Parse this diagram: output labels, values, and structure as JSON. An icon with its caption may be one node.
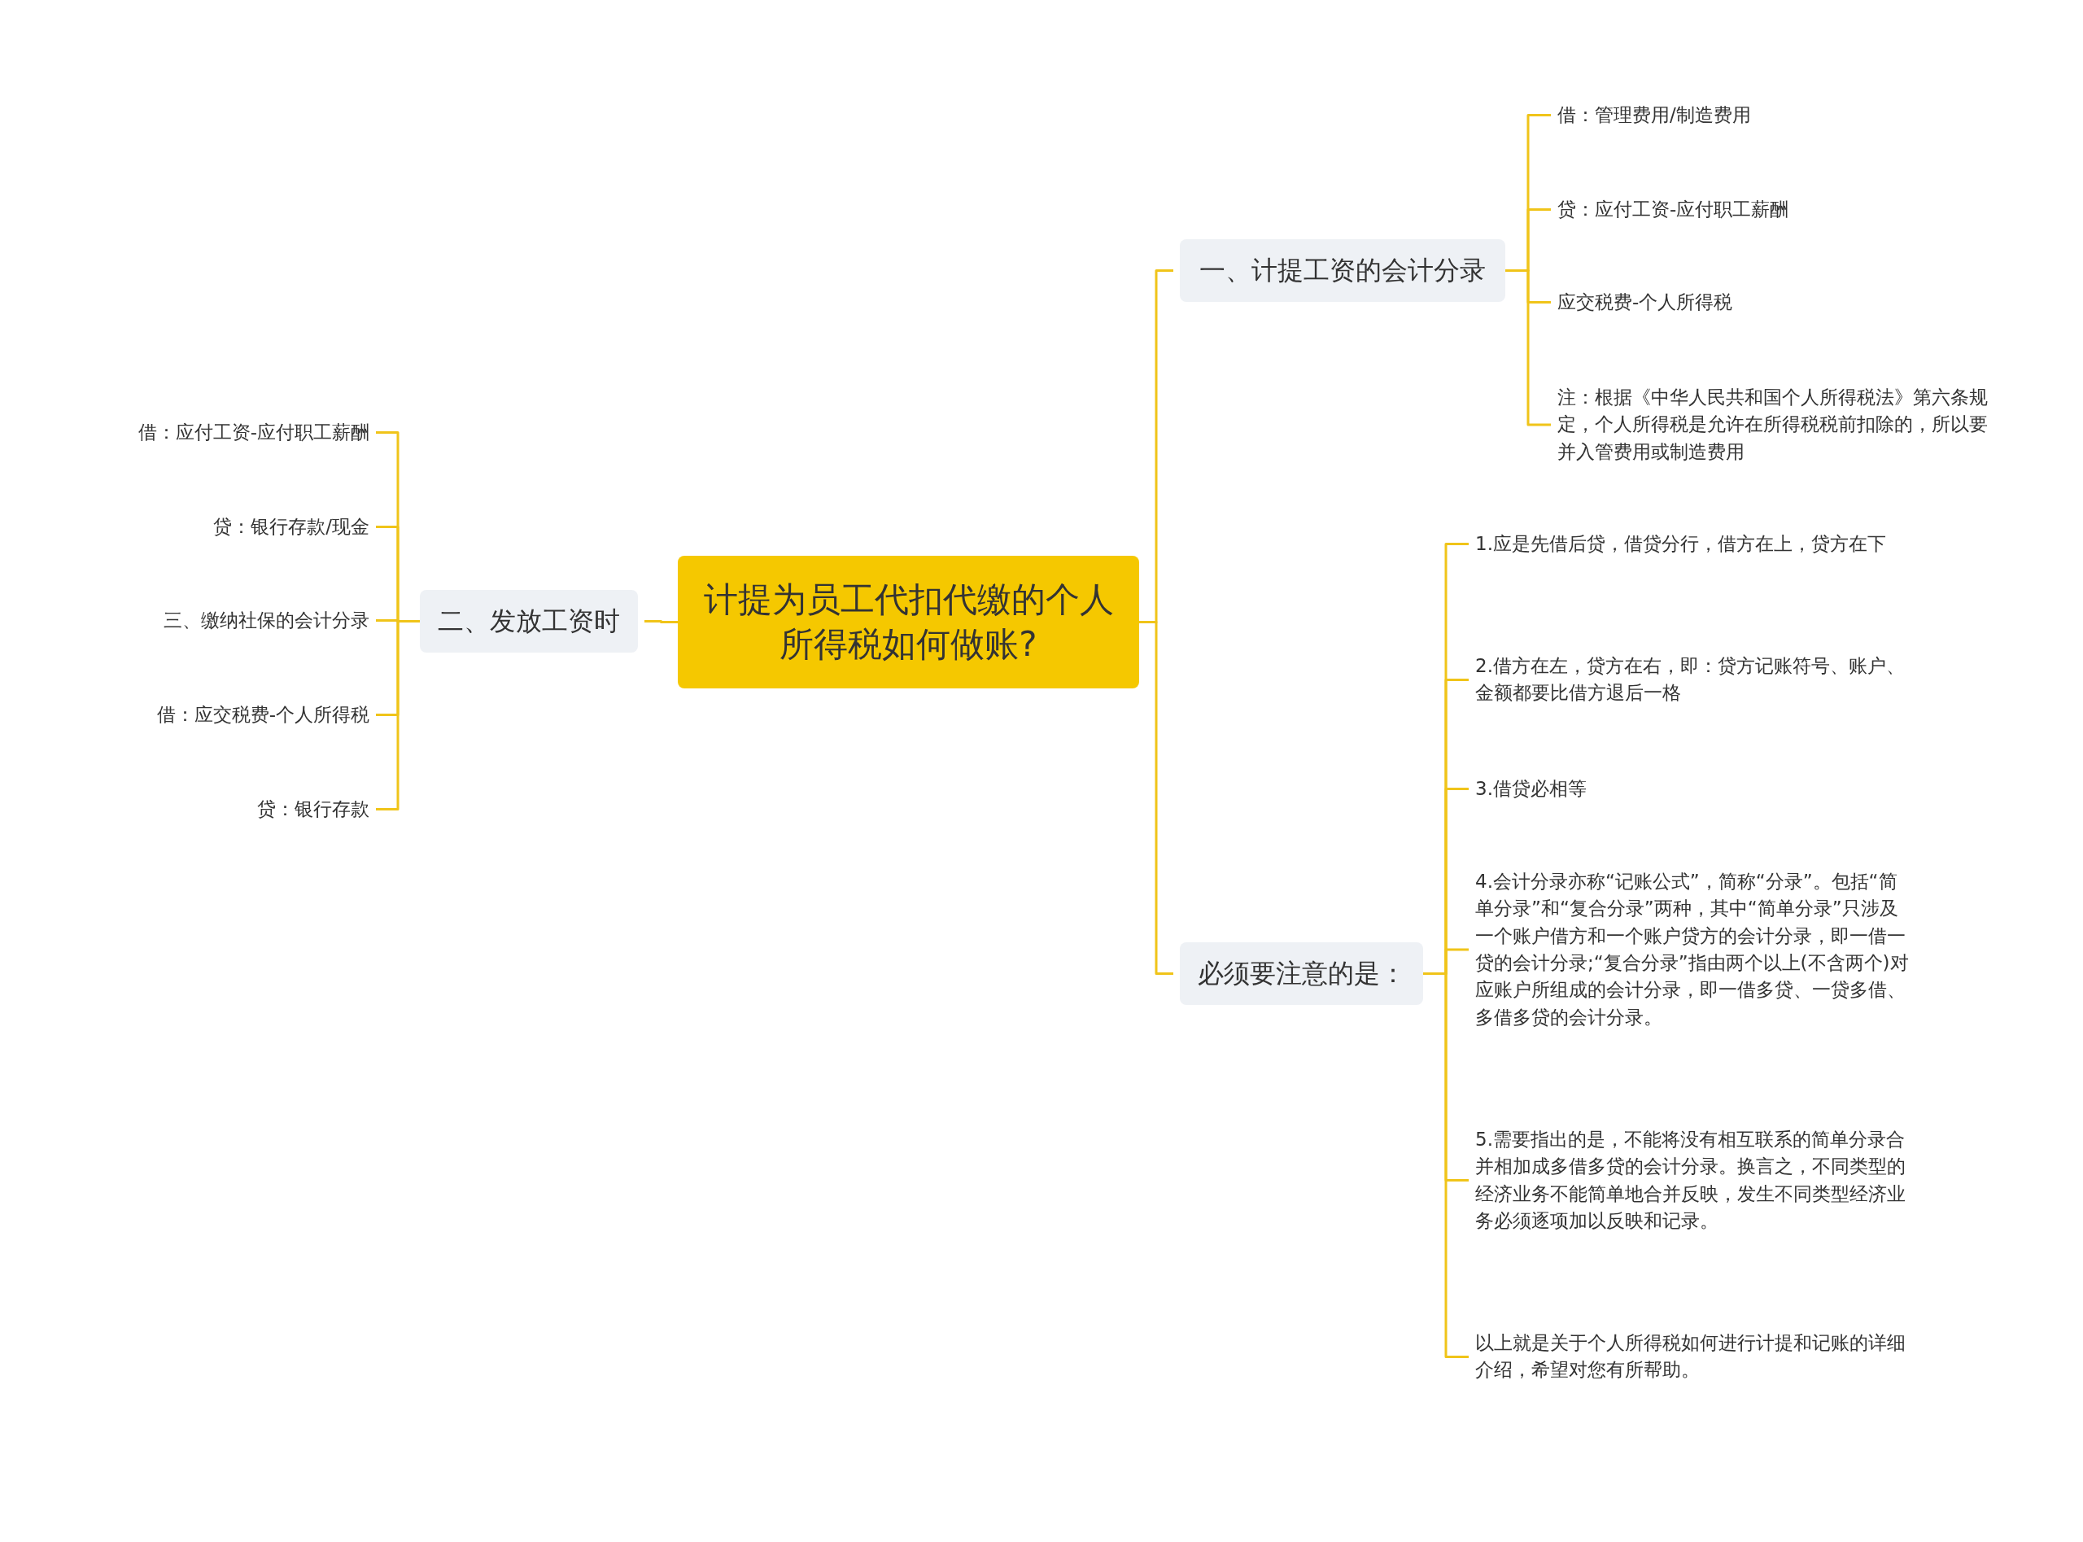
{
  "diagram": {
    "nodes": [
      {
        "text": [
          "计提为员工代扣代缴的个人所得税如何做账?"
        ]
      },
      {
        "text": [
          "一、计提工资的会计分录"
        ]
      },
      {
        "text": [
          "借：管理费用/制造费用"
        ]
      },
      {
        "text": [
          "贷：应付工资-应付职工薪酬"
        ]
      },
      {
        "text": [
          "应交税费-个人所得税"
        ]
      },
      {
        "text": [
          "注：根据《中华人民共和国个人所得税法》第六条规定，个人所得税是允许在所得税税前扣除的，所以要并入管费用或制造费用"
        ]
      },
      {
        "text": [
          "必须要注意的是："
        ]
      },
      {
        "text": [
          "1.应是先借后贷，借贷分行，借方在上，贷方在下"
        ]
      },
      {
        "text": [
          "2.借方在左，贷方在右，即：贷方记账符号、账户、金额都要比借方退后一格"
        ]
      },
      {
        "text": [
          "3.借贷必相等"
        ]
      },
      {
        "text": [
          "4.会计分录亦称“记账公式”，简称“分录”。包括“简单分录”和“复合分录”两种，其中“简单分录”只涉及一个账户借方和一个账户贷方的会计分录，即一借一贷的会计分录;“复合分录”指由两个以上(不含两个)对应账户所组成的会计分录，即一借多贷、一贷多借、多借多贷的会计分录。"
        ]
      },
      {
        "text": [
          "5.需要指出的是，不能将没有相互联系的简单分录合并相加成多借多贷的会计分录。换言之，不同类型的经济业务不能简单地合并反映，发生不同类型经济业务必须逐项加以反映和记录。"
        ]
      },
      {
        "text": [
          "以上就是关于个人所得税如何进行计提和记账的详细介绍，希望对您有所帮助。"
        ]
      },
      {
        "text": [
          "二、发放工资时"
        ]
      },
      {
        "text": [
          "借：应付工资-应付职工薪酬"
        ]
      },
      {
        "text": [
          "贷：银行存款/现金"
        ]
      },
      {
        "text": [
          "三、缴纳社保的会计分录"
        ]
      },
      {
        "text": [
          "借：应交税费-个人所得税"
        ]
      },
      {
        "text": [
          "贷：银行存款"
        ]
      }
    ],
    "edges": [
      {
        "from": 0,
        "to": 1,
        "arrow": "none"
      },
      {
        "from": 0,
        "to": 6,
        "arrow": "none"
      },
      {
        "from": 0,
        "to": 13,
        "arrow": "none"
      },
      {
        "from": 1,
        "to": 2,
        "arrow": "none"
      },
      {
        "from": 1,
        "to": 3,
        "arrow": "none"
      },
      {
        "from": 1,
        "to": 4,
        "arrow": "none"
      },
      {
        "from": 1,
        "to": 5,
        "arrow": "none"
      },
      {
        "from": 6,
        "to": 7,
        "arrow": "none"
      },
      {
        "from": 6,
        "to": 8,
        "arrow": "none"
      },
      {
        "from": 6,
        "to": 9,
        "arrow": "none"
      },
      {
        "from": 6,
        "to": 10,
        "arrow": "none"
      },
      {
        "from": 6,
        "to": 11,
        "arrow": "none"
      },
      {
        "from": 6,
        "to": 12,
        "arrow": "none"
      },
      {
        "from": 13,
        "to": 14,
        "arrow": "none"
      },
      {
        "from": 13,
        "to": 15,
        "arrow": "none"
      },
      {
        "from": 13,
        "to": 16,
        "arrow": "none"
      },
      {
        "from": 13,
        "to": 17,
        "arrow": "none"
      },
      {
        "from": 13,
        "to": 18,
        "arrow": "none"
      }
    ]
  }
}
